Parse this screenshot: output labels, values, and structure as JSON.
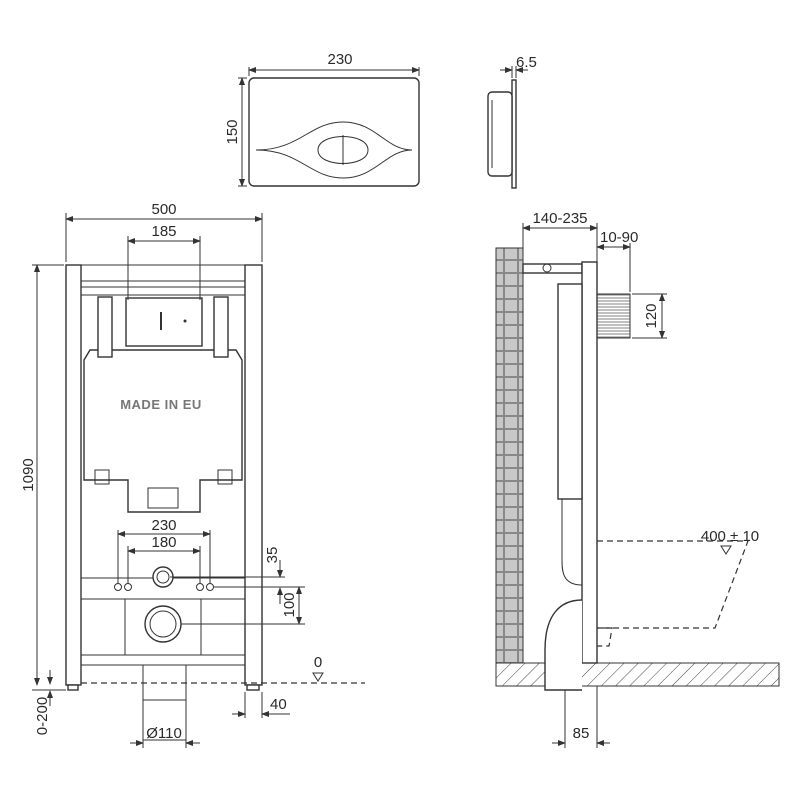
{
  "colors": {
    "line": "#333333",
    "brick": "#b8b8b8",
    "background": "#ffffff"
  },
  "flush_plate": {
    "width_label": "230",
    "height_label": "150",
    "depth_label": "6.5"
  },
  "front_view": {
    "width_label": "500",
    "plate_opening_label": "185",
    "height_label": "1090",
    "foot_adjust_label": "0-200",
    "tank_text": "MADE IN EU",
    "stud_outer_label": "230",
    "stud_inner_label": "180",
    "inlet_offset_label": "35",
    "outlet_offset_label": "100",
    "floor_level_label": "0",
    "foot_label": "40",
    "drain_label": "Ø110"
  },
  "side_view": {
    "wall_gap_label": "140-235",
    "plate_projection_label": "10-90",
    "button_height_label": "120",
    "bowl_height_label": "400 ± 10",
    "drain_offset_label": "85"
  }
}
